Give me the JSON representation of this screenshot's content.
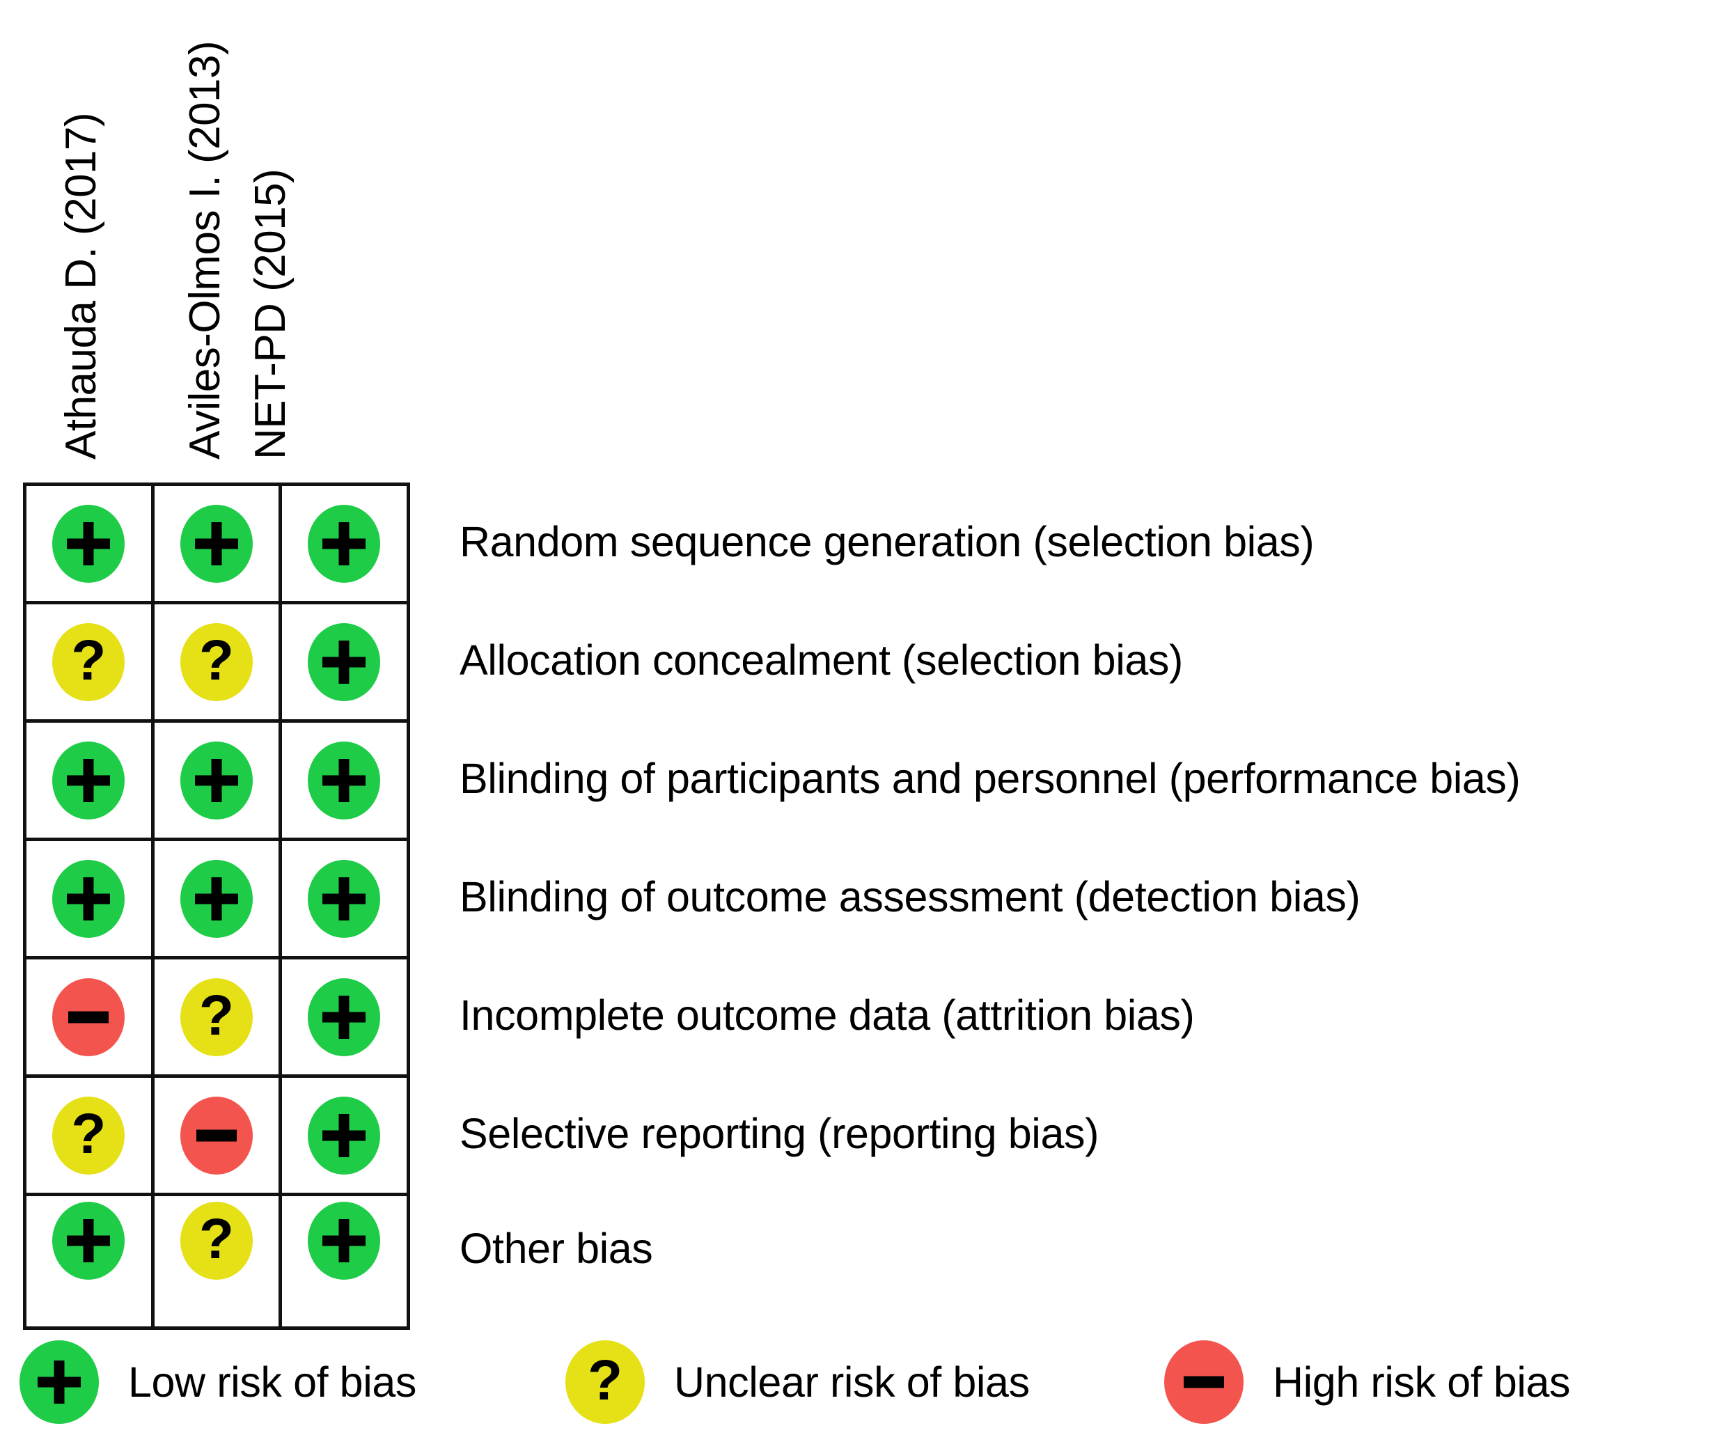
{
  "chart_data": {
    "type": "table",
    "title": "Risk of bias summary",
    "studies": [
      "Athauda D. (2017)",
      "Aviles-Olmos I. (2013)",
      "NET-PD (2015)"
    ],
    "domains": [
      "Random sequence generation (selection bias)",
      "Allocation concealment (selection bias)",
      "Blinding of participants and personnel (performance bias)",
      "Blinding of outcome assessment (detection bias)",
      "Incomplete outcome data (attrition bias)",
      "Selective reporting (reporting bias)",
      "Other bias"
    ],
    "judgement_levels": {
      "low": "Low risk of bias",
      "unclear": "Unclear risk of bias",
      "high": "High risk of bias"
    },
    "judgement_symbols": {
      "low": "+",
      "unclear": "?",
      "high": "−"
    },
    "judgement_colors": {
      "low": "#1ECC47",
      "unclear": "#E6E017",
      "high": "#F4544E"
    },
    "matrix": [
      [
        "low",
        "low",
        "low"
      ],
      [
        "unclear",
        "unclear",
        "low"
      ],
      [
        "low",
        "low",
        "low"
      ],
      [
        "low",
        "low",
        "low"
      ],
      [
        "high",
        "unclear",
        "low"
      ],
      [
        "unclear",
        "high",
        "low"
      ],
      [
        "low",
        "unclear",
        "low"
      ]
    ]
  },
  "headers": {
    "columns": [
      {
        "label": "Athauda D. (2017)"
      },
      {
        "label": "Aviles-Olmos I. (2013)"
      },
      {
        "label": "NET-PD (2015)"
      }
    ]
  },
  "rows": [
    {
      "label": "Random sequence generation (selection bias)",
      "cells": [
        "low",
        "low",
        "low"
      ]
    },
    {
      "label": "Allocation concealment (selection bias)",
      "cells": [
        "unclear",
        "unclear",
        "low"
      ]
    },
    {
      "label": "Blinding of participants and personnel (performance bias)",
      "cells": [
        "low",
        "low",
        "low"
      ]
    },
    {
      "label": "Blinding of outcome assessment (detection bias)",
      "cells": [
        "low",
        "low",
        "low"
      ]
    },
    {
      "label": "Incomplete outcome data (attrition bias)",
      "cells": [
        "high",
        "unclear",
        "low"
      ]
    },
    {
      "label": "Selective reporting (reporting bias)",
      "cells": [
        "unclear",
        "high",
        "low"
      ]
    },
    {
      "label": "Other bias",
      "cells": [
        "low",
        "unclear",
        "low"
      ]
    }
  ],
  "legend": {
    "items": [
      {
        "kind": "low",
        "symbol": "+",
        "label": "Low risk of bias",
        "color": "#1ECC47"
      },
      {
        "kind": "unclear",
        "symbol": "?",
        "label": "Unclear risk of bias",
        "color": "#E6E017"
      },
      {
        "kind": "high",
        "symbol": "−",
        "label": "High risk of bias",
        "color": "#F4544E"
      }
    ]
  }
}
